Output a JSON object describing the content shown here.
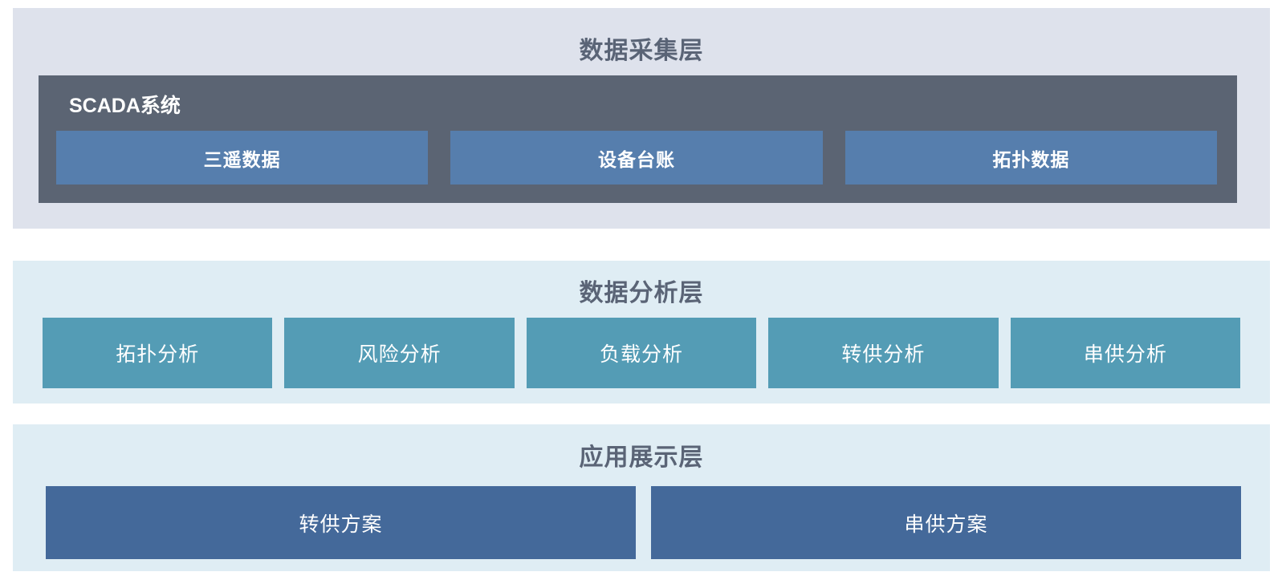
{
  "colors": {
    "page_bg": "#ffffff",
    "collection_layer_bg": "#dee2ec",
    "analysis_layer_bg": "#dfedf4",
    "application_layer_bg": "#dfedf4",
    "scada_container_bg": "#5b6473",
    "scada_box_bg": "#567ead",
    "analysis_box_bg": "#549cb5",
    "application_box_bg": "#44699a",
    "title_text": "#5a6476",
    "box_text": "#ffffff"
  },
  "layers": [
    {
      "title": "数据采集层",
      "scada": {
        "label": "SCADA系统",
        "boxes": [
          "三遥数据",
          "设备台账",
          "拓扑数据"
        ]
      }
    },
    {
      "title": "数据分析层",
      "boxes": [
        "拓扑分析",
        "风险分析",
        "负载分析",
        "转供分析",
        "串供分析"
      ]
    },
    {
      "title": "应用展示层",
      "boxes": [
        "转供方案",
        "串供方案"
      ]
    }
  ]
}
